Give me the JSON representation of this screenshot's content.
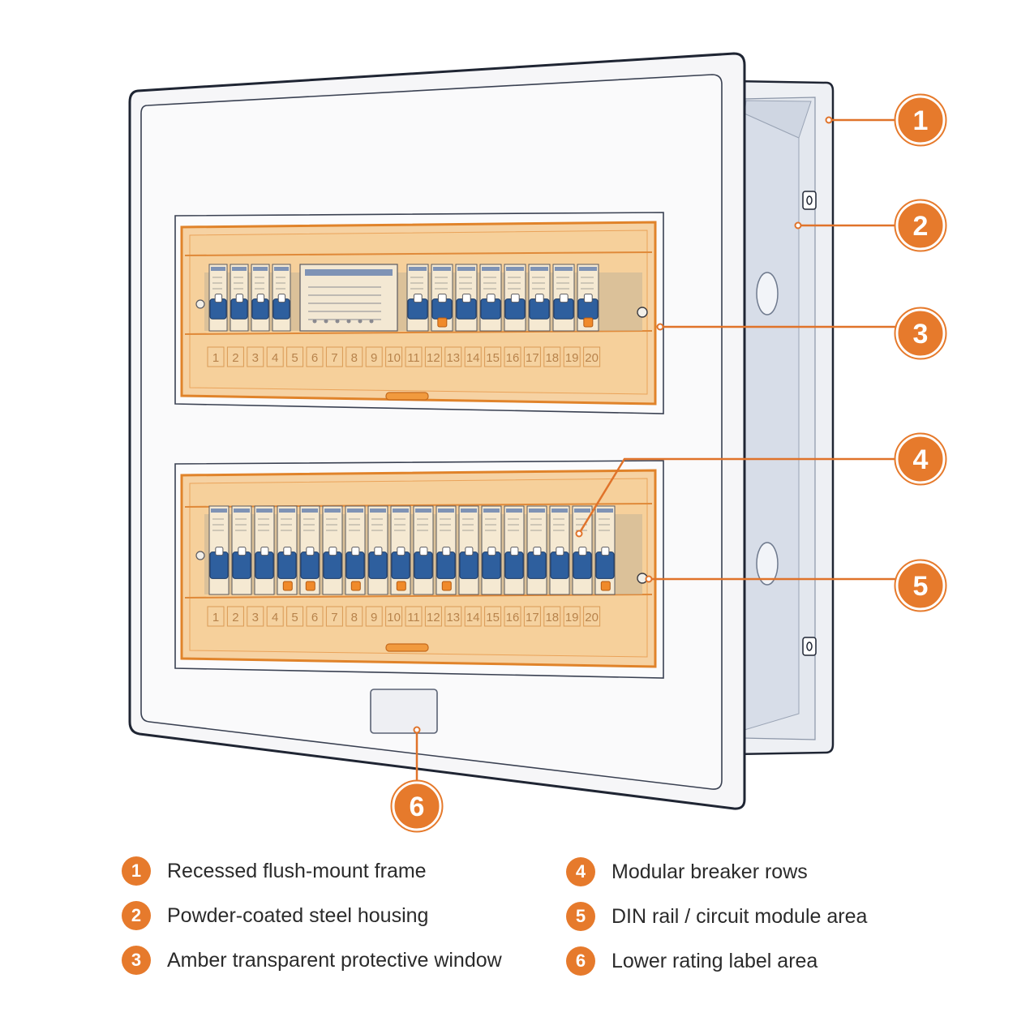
{
  "colors": {
    "accent": "#e67a2c",
    "amber": "#f3b05a",
    "amber_border": "#e0832a",
    "breaker_blue": "#2e5f9e",
    "frame_line": "#1f2533",
    "panel": "#f6f6f8",
    "module": "#f5e9d2"
  },
  "callouts": [
    {
      "number": "1",
      "label": "Recessed flush-mount frame"
    },
    {
      "number": "2",
      "label": "Powder-coated steel housing"
    },
    {
      "number": "3",
      "label": "Amber transparent protective window"
    },
    {
      "number": "4",
      "label": "Modular breaker rows"
    },
    {
      "number": "5",
      "label": "DIN rail / circuit module area"
    },
    {
      "number": "6",
      "label": "Lower rating label area"
    }
  ],
  "rows": [
    {
      "slot_numbers": [
        "1",
        "2",
        "3",
        "4",
        "5",
        "6",
        "7",
        "8",
        "9",
        "10",
        "11",
        "12",
        "13",
        "14",
        "15",
        "16",
        "17",
        "18",
        "19",
        "20"
      ]
    },
    {
      "slot_numbers": [
        "1",
        "2",
        "3",
        "4",
        "5",
        "6",
        "7",
        "8",
        "9",
        "10",
        "11",
        "12",
        "13",
        "14",
        "15",
        "16",
        "17",
        "18",
        "19",
        "20"
      ]
    }
  ],
  "icons": {
    "screw": "screw-icon",
    "knockout": "knockout-hole-icon",
    "latch": "latch-icon"
  }
}
